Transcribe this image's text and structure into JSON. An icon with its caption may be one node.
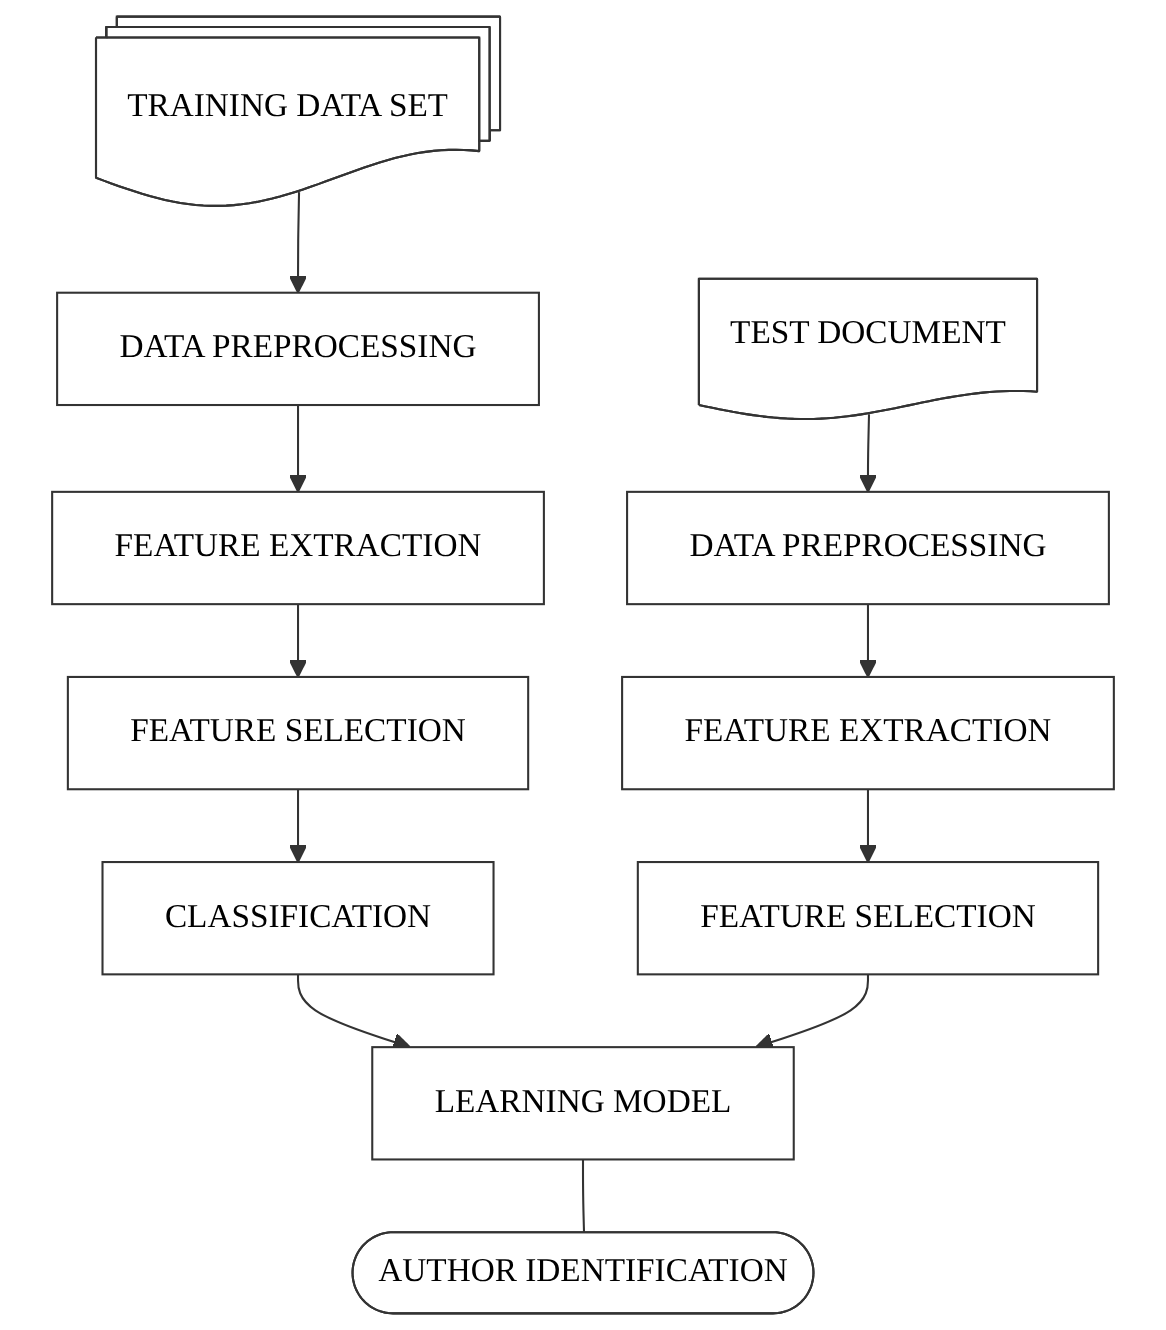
{
  "diagram": {
    "nodes": [
      {
        "text": [
          "TRAINING DATA SET"
        ]
      },
      {
        "text": [
          "DATA PREPROCESSING"
        ]
      },
      {
        "text": [
          "FEATURE EXTRACTION"
        ]
      },
      {
        "text": [
          "FEATURE SELECTION"
        ]
      },
      {
        "text": [
          "CLASSIFICATION"
        ]
      },
      {
        "text": [
          "TEST DOCUMENT"
        ]
      },
      {
        "text": [
          "DATA PREPROCESSING"
        ]
      },
      {
        "text": [
          "FEATURE EXTRACTION"
        ]
      },
      {
        "text": [
          "FEATURE SELECTION"
        ]
      },
      {
        "text": [
          "LEARNING MODEL"
        ]
      },
      {
        "text": [
          "AUTHOR IDENTIFICATION"
        ]
      }
    ],
    "edges": [
      {
        "from": 0,
        "to": 1,
        "arrow": "to"
      },
      {
        "from": 1,
        "to": 2,
        "arrow": "to"
      },
      {
        "from": 2,
        "to": 3,
        "arrow": "to"
      },
      {
        "from": 3,
        "to": 4,
        "arrow": "to"
      },
      {
        "from": 4,
        "to": 9,
        "arrow": "to"
      },
      {
        "from": 5,
        "to": 6,
        "arrow": "to"
      },
      {
        "from": 6,
        "to": 7,
        "arrow": "to"
      },
      {
        "from": 7,
        "to": 8,
        "arrow": "to"
      },
      {
        "from": 8,
        "to": 9,
        "arrow": "to"
      },
      {
        "from": 9,
        "to": 10,
        "arrow": "none"
      }
    ]
  }
}
